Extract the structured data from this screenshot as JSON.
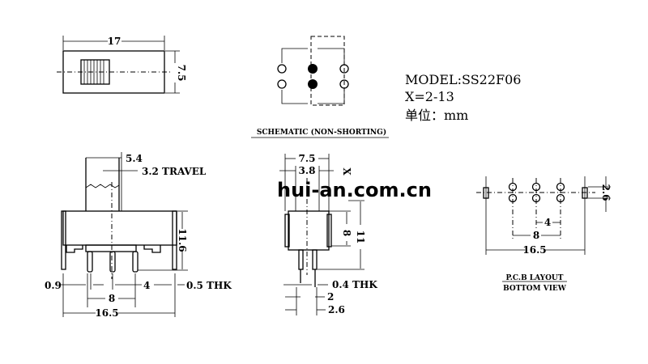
{
  "model": {
    "model_label": "MODEL:SS22F06",
    "x_range": "X=2-13",
    "unit": "单位：mm"
  },
  "top_view": {
    "width_dim": "17",
    "height_dim": "7.5"
  },
  "schematic": {
    "label": "SCHEMATIC (NON-SHORTING)"
  },
  "side_view": {
    "dim_actuator": "5.4",
    "dim_travel": "3.2 TRAVEL",
    "dim_height": "11.6",
    "dim_pin_width": "0.9",
    "dim_pitch": "4",
    "dim_thk": "0.5 THK",
    "dim_span": "8",
    "dim_total": "16.5"
  },
  "front_view": {
    "dim_width": "7.5",
    "dim_inner": "3.8",
    "dim_x": "X",
    "dim_8": "8",
    "dim_11": "11",
    "dim_thk": "0.4 THK",
    "dim_2": "2",
    "dim_26": "2.6"
  },
  "pcb": {
    "dim_row": "2.6",
    "dim_pitch": "4",
    "dim_span": "8",
    "dim_total": "16.5",
    "title": "P.C.B LAYOUT",
    "subtitle": "BOTTOM VIEW"
  },
  "watermark": "hui-an.com.cn"
}
